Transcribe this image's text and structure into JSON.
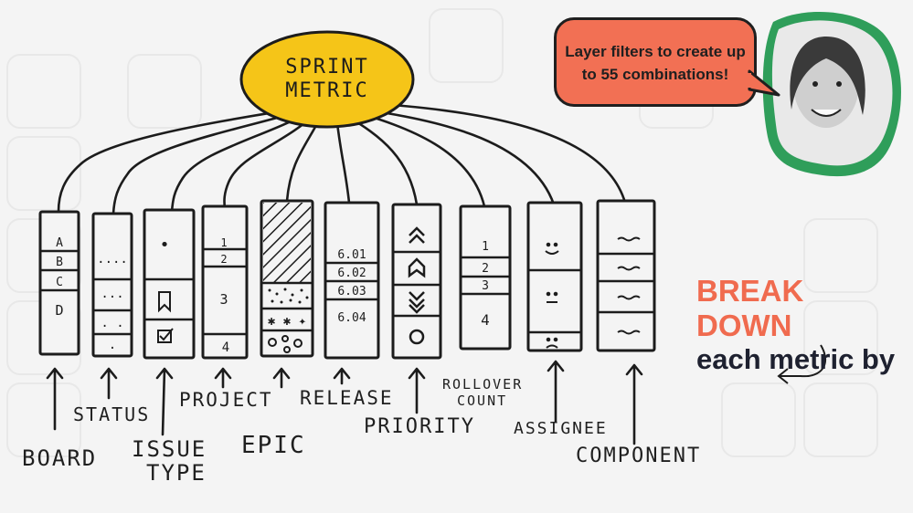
{
  "center_node": {
    "line1": "SPRINT",
    "line2": "METRIC",
    "fill": "#f5c518"
  },
  "callout": {
    "line1": "Layer filters to create up",
    "line2": "to 55 combinations!",
    "fill": "#f27054"
  },
  "headline": {
    "line1": "BREAK DOWN",
    "line2": "each metric by",
    "accent": "#f06b4f"
  },
  "dimensions": [
    {
      "name": "board",
      "label": "BOARD",
      "rows": [
        "A",
        "B",
        "C",
        "D"
      ]
    },
    {
      "name": "status",
      "label": "STATUS",
      "rows": [
        "....",
        "...",
        ". .",
        "."
      ]
    },
    {
      "name": "issue-type",
      "label_line1": "ISSUE",
      "label_line2": "TYPE",
      "rows": [
        "•",
        "",
        "",
        ""
      ]
    },
    {
      "name": "project",
      "label": "PROJECT",
      "rows": [
        "1",
        "2",
        "3",
        "4"
      ]
    },
    {
      "name": "epic",
      "label": "EPIC"
    },
    {
      "name": "release",
      "label": "RELEASE",
      "rows": [
        "6.01",
        "6.02",
        "6.03",
        "6.04"
      ]
    },
    {
      "name": "priority",
      "label": "PRIORITY"
    },
    {
      "name": "rollover-count",
      "label_line1": "ROLLOVER",
      "label_line2": "COUNT",
      "rows": [
        "1",
        "2",
        "3",
        "4"
      ]
    },
    {
      "name": "assignee",
      "label": "ASSIGNEE"
    },
    {
      "name": "component",
      "label": "COMPONENT"
    }
  ]
}
